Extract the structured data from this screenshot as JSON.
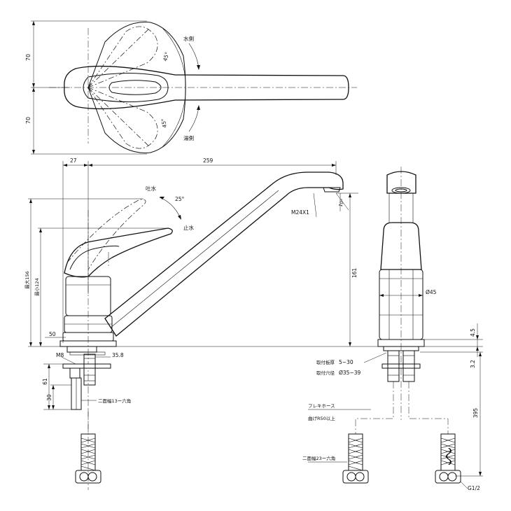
{
  "dims": {
    "top_upper": "70",
    "top_lower": "70",
    "angle_upper": "45°",
    "angle_lower": "45°",
    "reach": "259",
    "offset": "27",
    "handle_angle": "25°",
    "spout_thread": "M24X1",
    "spout_angle": "10°",
    "max_height": "最大156",
    "min_height": "最小124",
    "spout_height": "161",
    "base_dia": "50",
    "stud": "M8",
    "shank": "35.8",
    "shank_len": "61",
    "shank_lower": "30",
    "body_dia": "Ø45",
    "rim_a": "4.5",
    "rim_b": "3.2",
    "hose_len": "395",
    "thread": "G1/2"
  },
  "labels": {
    "water_side": "水側",
    "hot_side": "湯側",
    "open": "吐水",
    "close": "止水",
    "hex13": "二面幅13ー六角",
    "plate_thickness_label": "取付板厚",
    "plate_thickness_value": "5~30",
    "hole_dia_label": "取付穴径",
    "hole_dia_value": "Ø35~39",
    "hose_label": "フレキホース",
    "bend_label": "曲げR50以上",
    "hex23": "二面幅23ー六角"
  }
}
